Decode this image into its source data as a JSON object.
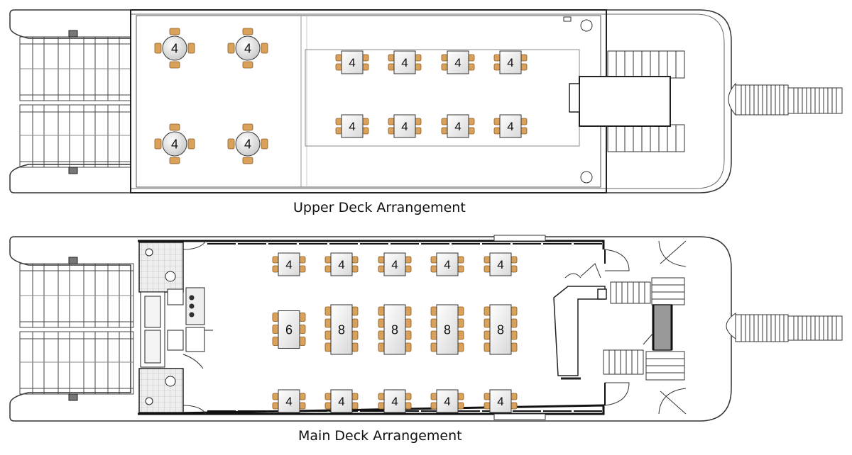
{
  "upper_deck": {
    "caption": "Upper Deck Arrangement",
    "round_tables": [
      "4",
      "4",
      "4",
      "4"
    ],
    "square_tables": [
      "4",
      "4",
      "4",
      "4",
      "4",
      "4",
      "4",
      "4"
    ]
  },
  "main_deck": {
    "caption": "Main Deck Arrangement",
    "top_row_tables": [
      "4",
      "4",
      "4",
      "4",
      "4"
    ],
    "middle_row_tables": [
      "6",
      "8",
      "8",
      "8",
      "8"
    ],
    "bottom_row_tables": [
      "4",
      "4",
      "4",
      "4",
      "4"
    ]
  },
  "colors": {
    "chair": "#d9a15a",
    "chair_stroke": "#8a5a22",
    "table": "#ffffff",
    "hull": "#333333",
    "tile": "#cccccc"
  }
}
